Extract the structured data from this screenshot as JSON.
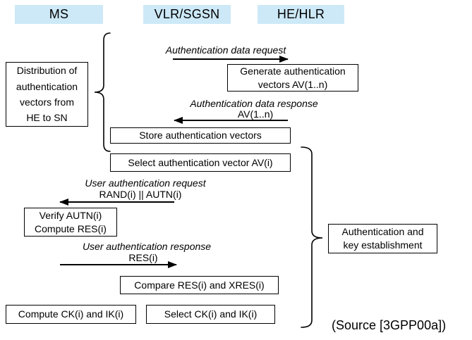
{
  "colors": {
    "lane_bg": "#cde9f7",
    "stroke": "#000000"
  },
  "lanes": {
    "ms": "MS",
    "vlr_sgsn": "VLR/SGSN",
    "he_hlr": "HE/HLR"
  },
  "boxes": {
    "distribution": "Distribution of\nauthentication\nvectors from\nHE to SN",
    "generate": "Generate authentication\nvectors AV(1..n)",
    "store": "Store authentication vectors",
    "select_av": "Select authentication vector AV(i)",
    "verify": "Verify AUTN(i)\nCompute RES(i)",
    "compare": "Compare RES(i) and XRES(i)",
    "compute_ck": "Compute CK(i) and IK(i)",
    "select_ck": "Select CK(i) and IK(i)",
    "auth_key_establishment": "Authentication and\nkey establishment"
  },
  "messages": {
    "auth_data_request": {
      "label": "Authentication data request",
      "direction": "right"
    },
    "auth_data_response": {
      "label": "Authentication data response",
      "param": "AV(1..n)",
      "direction": "left"
    },
    "user_auth_request": {
      "label": "User authentication request",
      "param": "RAND(i) || AUTN(i)",
      "direction": "left"
    },
    "user_auth_response": {
      "label": "User authentication response",
      "param": "RES(i)",
      "direction": "right"
    }
  },
  "source_note": "(Source [3GPP00a])"
}
